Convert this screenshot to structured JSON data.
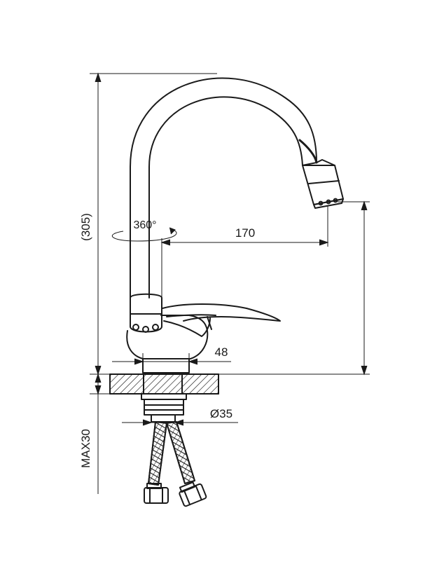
{
  "dimensions": {
    "overall_height": "(305)",
    "rotation": "360°",
    "spout_reach": "170",
    "base_width": "48",
    "mount_hole": "Ø35",
    "max_counter_thickness": "MAX30"
  },
  "colors": {
    "line": "#1a1a1a",
    "background": "#ffffff"
  }
}
